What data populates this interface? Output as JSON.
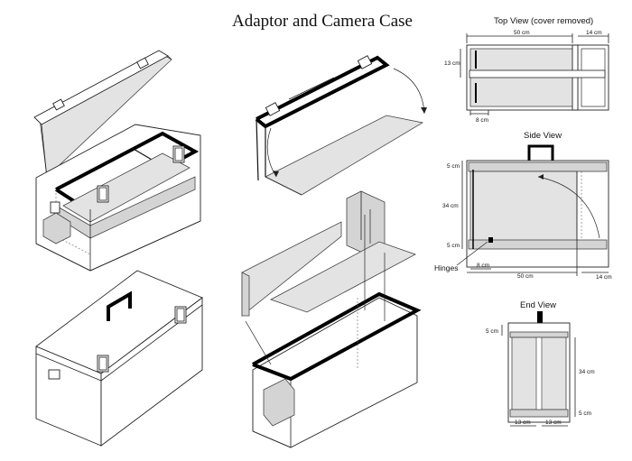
{
  "title": "Adaptor and Camera Case",
  "top_view": {
    "title": "Top View (cover removed)",
    "dim_width": "50 cm",
    "dim_extra": "14 cm",
    "dim_depth": "13 cm",
    "dim_offset": "8 cm"
  },
  "side_view": {
    "title": "Side View",
    "dim_top": "5 cm",
    "dim_height": "34 cm",
    "dim_bottom": "5 cm",
    "hinges_label": "Hinges",
    "dim_offset": "8 cm",
    "dim_width": "50 cm",
    "dim_extra": "14 cm"
  },
  "end_view": {
    "title": "End View",
    "dim_top": "5 cm",
    "dim_height": "34 cm",
    "dim_bottom": "5 cm",
    "dim_left": "13 cm",
    "dim_right": "13 cm"
  }
}
